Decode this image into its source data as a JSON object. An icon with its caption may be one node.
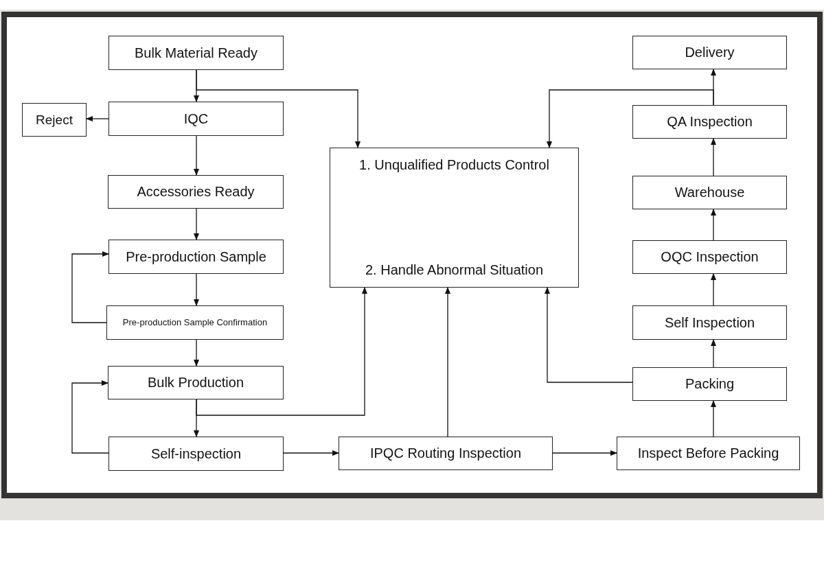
{
  "diagram": {
    "nodes": [
      {
        "text": [
          "Bulk Material Ready"
        ]
      },
      {
        "text": [
          "IQC"
        ]
      },
      {
        "text": [
          "Reject"
        ]
      },
      {
        "text": [
          "Accessories Ready"
        ]
      },
      {
        "text": [
          "Pre-production Sample"
        ]
      },
      {
        "text": [
          "Pre-production Sample Confirmation"
        ]
      },
      {
        "text": [
          "Bulk Production"
        ]
      },
      {
        "text": [
          "Self-inspection"
        ]
      },
      {
        "text": [
          "IPQC Routing Inspection"
        ]
      },
      {
        "text": [
          "Inspect Before Packing"
        ]
      },
      {
        "text": [
          "Packing"
        ]
      },
      {
        "text": [
          "Self Inspection"
        ]
      },
      {
        "text": [
          "OQC Inspection"
        ]
      },
      {
        "text": [
          "Warehouse"
        ]
      },
      {
        "text": [
          "QA Inspection"
        ]
      },
      {
        "text": [
          "Delivery"
        ]
      },
      {
        "text": [
          "1. Unqualified Products Control",
          "2. Handle Abnormal Situation"
        ]
      }
    ],
    "edges": [
      {
        "from": 0,
        "to": 1,
        "arrow": "to"
      },
      {
        "from": 0,
        "to": 16,
        "arrow": "to"
      },
      {
        "from": 1,
        "to": 2,
        "arrow": "to"
      },
      {
        "from": 1,
        "to": 3,
        "arrow": "to"
      },
      {
        "from": 3,
        "to": 4,
        "arrow": "to"
      },
      {
        "from": 4,
        "to": 5,
        "arrow": "to"
      },
      {
        "from": 5,
        "to": 4,
        "arrow": "to"
      },
      {
        "from": 5,
        "to": 6,
        "arrow": "to"
      },
      {
        "from": 6,
        "to": 7,
        "arrow": "to"
      },
      {
        "from": 7,
        "to": 6,
        "arrow": "to"
      },
      {
        "from": 6,
        "to": 16,
        "arrow": "to"
      },
      {
        "from": 7,
        "to": 8,
        "arrow": "to"
      },
      {
        "from": 8,
        "to": 16,
        "arrow": "to"
      },
      {
        "from": 8,
        "to": 9,
        "arrow": "to"
      },
      {
        "from": 9,
        "to": 10,
        "arrow": "to"
      },
      {
        "from": 10,
        "to": 11,
        "arrow": "to"
      },
      {
        "from": 11,
        "to": 12,
        "arrow": "to"
      },
      {
        "from": 12,
        "to": 13,
        "arrow": "to"
      },
      {
        "from": 13,
        "to": 14,
        "arrow": "to"
      },
      {
        "from": 14,
        "to": 15,
        "arrow": "to"
      },
      {
        "from": 10,
        "to": 16,
        "arrow": "to"
      },
      {
        "from": 14,
        "to": 16,
        "arrow": "to"
      }
    ]
  }
}
